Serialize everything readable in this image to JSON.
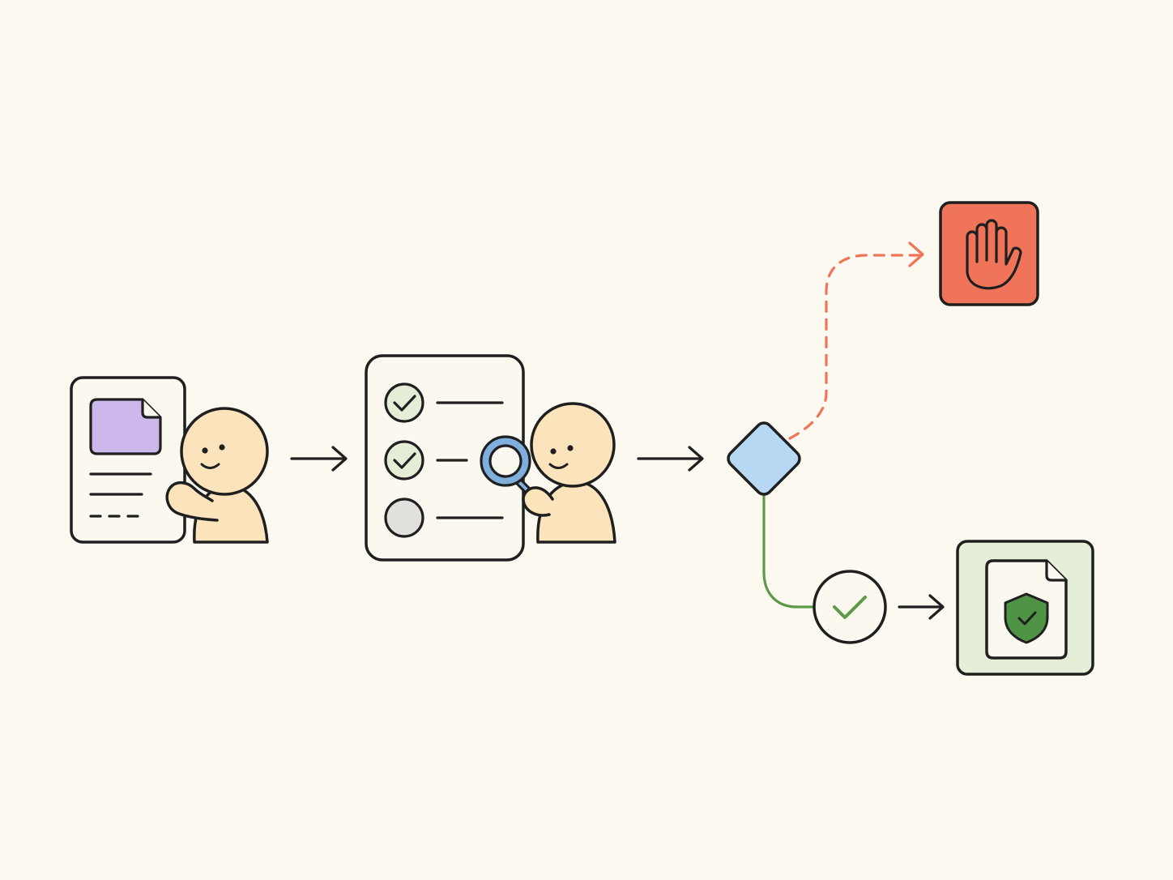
{
  "colors": {
    "background": "#fcf9f1",
    "ink": "#1f1f1f",
    "paper": "#fbf8f0",
    "skin": "#fbe3bc",
    "image_placeholder": "#cdb8ec",
    "check_fill": "#e6edd6",
    "pending_fill": "#e2e0dc",
    "magnifier_blue": "#7fb0dd",
    "decision_blue": "#b6d8f3",
    "reject_red": "#ef7459",
    "approve_green": "#5c9a48",
    "approve_panel": "#e6eed8",
    "shield_green": "#4f9444"
  },
  "diagram": {
    "nodes": [
      {
        "id": "submit",
        "icon": "person-holding-document-icon"
      },
      {
        "id": "review",
        "icon": "checklist-with-magnifier-reviewer-icon"
      },
      {
        "id": "decision",
        "icon": "decision-diamond-icon"
      },
      {
        "id": "rejected",
        "icon": "stop-hand-icon"
      },
      {
        "id": "approved",
        "icon": "check-circle-icon"
      },
      {
        "id": "certified",
        "icon": "shield-document-icon"
      }
    ],
    "edges": [
      {
        "from": "submit",
        "to": "review",
        "style": "solid"
      },
      {
        "from": "review",
        "to": "decision",
        "style": "solid"
      },
      {
        "from": "decision",
        "to": "rejected",
        "style": "dashed"
      },
      {
        "from": "decision",
        "to": "approved",
        "style": "solid"
      },
      {
        "from": "approved",
        "to": "certified",
        "style": "solid"
      }
    ]
  }
}
